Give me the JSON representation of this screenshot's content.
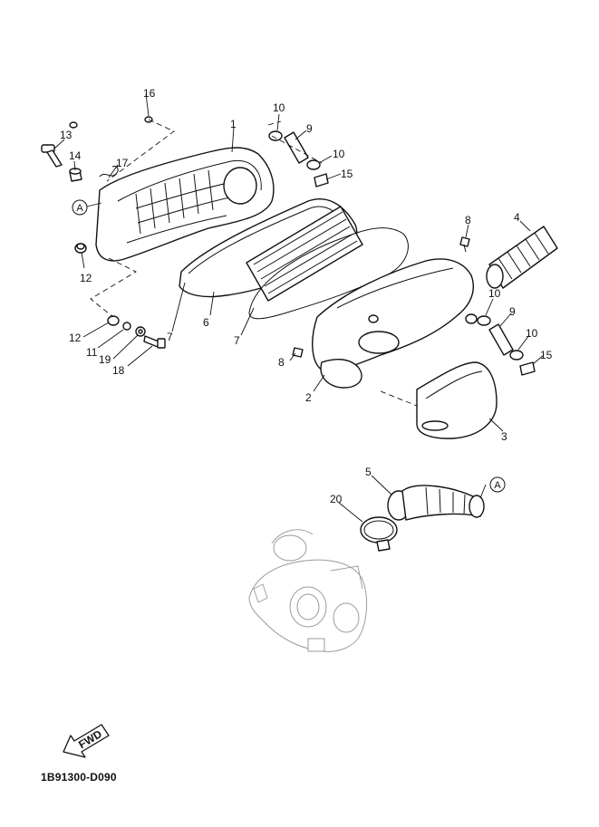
{
  "drawing_code": "1B91300-D090",
  "fwd_label": "FWD",
  "reference_marker": "A",
  "callouts": [
    "1",
    "2",
    "3",
    "4",
    "5",
    "6",
    "7",
    "7",
    "8",
    "8",
    "9",
    "9",
    "10",
    "10",
    "10",
    "10",
    "11",
    "12",
    "12",
    "13",
    "14",
    "15",
    "15",
    "16",
    "17",
    "18",
    "19",
    "20"
  ],
  "colors": {
    "line": "#111111",
    "ghost": "#9a9a9a",
    "background": "#ffffff"
  }
}
